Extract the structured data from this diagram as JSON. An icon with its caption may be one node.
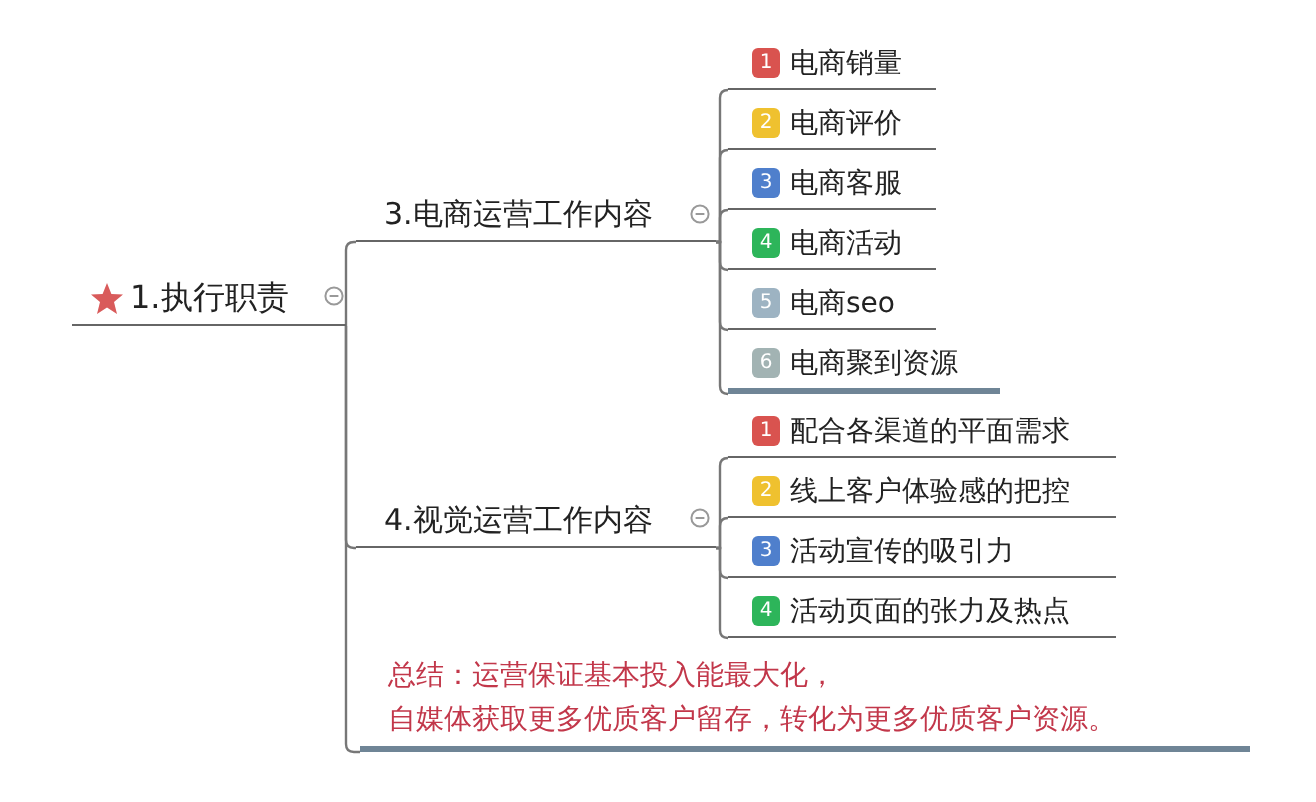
{
  "diagram": {
    "nodes": [
      {
        "text": [
          "1.执行职责"
        ]
      },
      {
        "text": [
          "3.电商运营工作内容"
        ]
      },
      {
        "text": [
          "1",
          "电商销量"
        ]
      },
      {
        "text": [
          "2",
          "电商评价"
        ]
      },
      {
        "text": [
          "3",
          "电商客服"
        ]
      },
      {
        "text": [
          "4",
          "电商活动"
        ]
      },
      {
        "text": [
          "5",
          "电商seo"
        ]
      },
      {
        "text": [
          "6",
          "电商聚到资源"
        ]
      },
      {
        "text": [
          "4.视觉运营工作内容"
        ]
      },
      {
        "text": [
          "1",
          "配合各渠道的平面需求"
        ]
      },
      {
        "text": [
          "2",
          "线上客户体验感的把控"
        ]
      },
      {
        "text": [
          "3",
          "活动宣传的吸引力"
        ]
      },
      {
        "text": [
          "4",
          "活动页面的张力及热点"
        ]
      },
      {
        "text": [
          "总结：运营保证基本投入能最大化，",
          "自媒体获取更多优质客户留存，转化为更多优质客户资源。"
        ]
      }
    ],
    "edges": [
      {
        "from": 0,
        "to": 1,
        "arrow": "none"
      },
      {
        "from": 0,
        "to": 8,
        "arrow": "none"
      },
      {
        "from": 0,
        "to": 13,
        "arrow": "none"
      },
      {
        "from": 1,
        "to": 2,
        "arrow": "none"
      },
      {
        "from": 1,
        "to": 3,
        "arrow": "none"
      },
      {
        "from": 1,
        "to": 4,
        "arrow": "none"
      },
      {
        "from": 1,
        "to": 5,
        "arrow": "none"
      },
      {
        "from": 1,
        "to": 6,
        "arrow": "none"
      },
      {
        "from": 1,
        "to": 7,
        "arrow": "none"
      },
      {
        "from": 8,
        "to": 9,
        "arrow": "none"
      },
      {
        "from": 8,
        "to": 10,
        "arrow": "none"
      },
      {
        "from": 8,
        "to": 11,
        "arrow": "none"
      },
      {
        "from": 8,
        "to": 12,
        "arrow": "none"
      }
    ]
  }
}
